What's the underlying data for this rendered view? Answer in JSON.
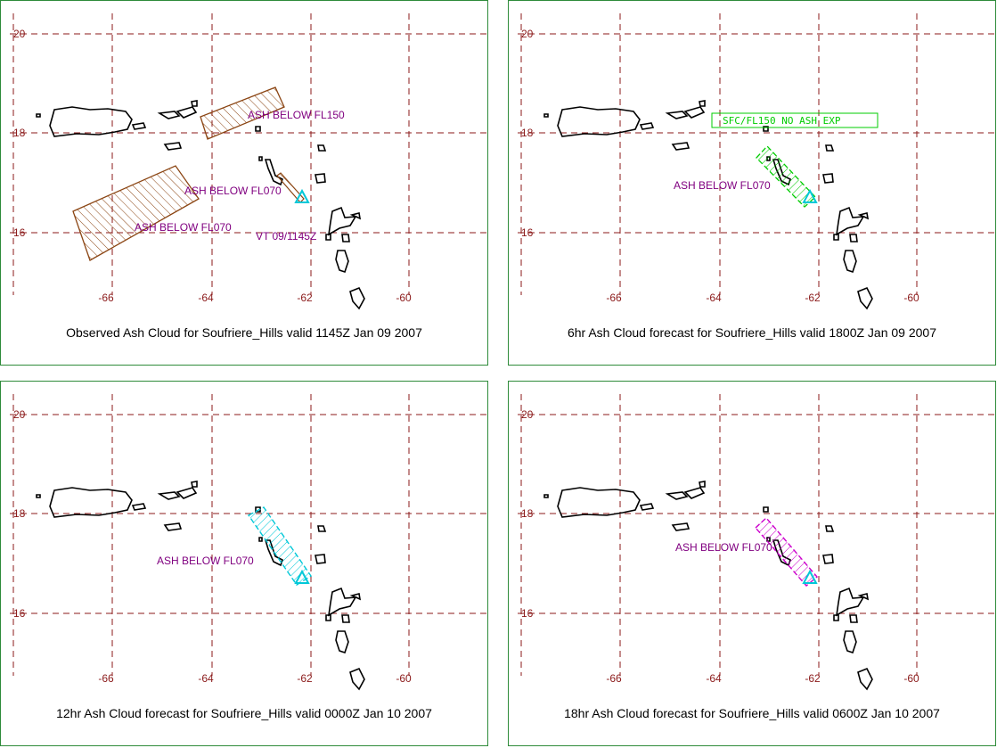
{
  "colors": {
    "grid": "#8b1a1a",
    "border": "#2e8b3a",
    "label": "#800080",
    "obs": "#8b4513",
    "f6": "#00cc00",
    "f12": "#00c8d8",
    "f18": "#cc00cc",
    "volcano": "#00c8d8"
  },
  "axes": {
    "lat_labels": [
      "20",
      "18",
      "16"
    ],
    "lon_labels": [
      "-66",
      "-64",
      "-62",
      "-60"
    ]
  },
  "panels": [
    {
      "caption": "Observed Ash Cloud for Soufriere_Hills valid 1145Z Jan 09 2007",
      "labels": [
        "ASH BELOW FL150",
        "ASH BELOW FL070",
        "ASH BELOW FL070",
        "VT 09/1145Z"
      ]
    },
    {
      "caption": "6hr Ash Cloud forecast for Soufriere_Hills valid 1800Z Jan 09 2007",
      "labels": [
        "SFC/FL150 NO ASH EXP",
        "ASH BELOW FL070"
      ]
    },
    {
      "caption": "12hr Ash Cloud forecast for Soufriere_Hills valid 0000Z Jan 10 2007",
      "labels": [
        "ASH BELOW FL070"
      ]
    },
    {
      "caption": "18hr Ash Cloud forecast for Soufriere_Hills valid 0600Z Jan 10 2007",
      "labels": [
        "ASH BELOW FL070"
      ]
    }
  ]
}
